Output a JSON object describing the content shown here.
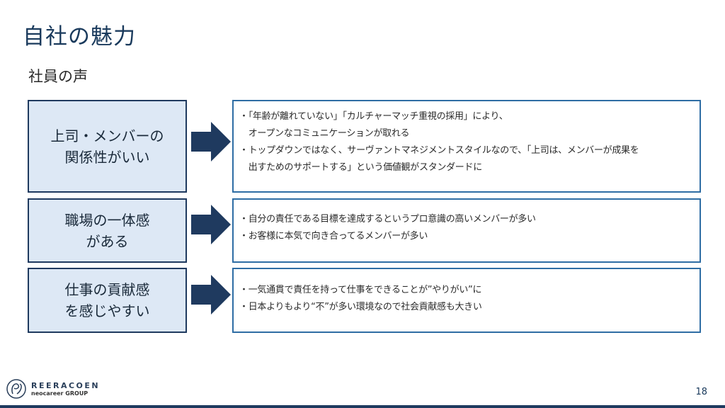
{
  "header": {
    "title": "自社の魅力",
    "subtitle": "社員の声"
  },
  "rows": [
    {
      "label": "上司・メンバーの\n関係性がいい",
      "details": [
        "・「年齢が離れていない」「カルチャーマッチ重視の採用」により、",
        "　オープンなコミュニケーションが取れる",
        "・トップダウンではなく、サーヴァントマネジメントスタイルなので、「上司は、メンバーが成果を",
        "　出すためのサポートする」という価値観がスタンダードに"
      ]
    },
    {
      "label": "職場の一体感\nがある",
      "details": [
        "・自分の責任である目標を達成するというプロ意識の高いメンバーが多い",
        "・お客様に本気で向き合ってるメンバーが多い"
      ]
    },
    {
      "label": "仕事の貢献感\nを感じやすい",
      "details": [
        "・一気通貫で責任を持って仕事をできることが”やりがい”に",
        "・日本よりもより“不”が多い環境なので社会貢献感も大きい"
      ]
    }
  ],
  "footer": {
    "logo_main": "REERACOEN",
    "logo_sub": "neocareer GROUP",
    "page_number": "18"
  },
  "colors": {
    "navy": "#1f3a5f",
    "box_fill": "#dde8f5",
    "detail_border": "#2e6da4"
  }
}
